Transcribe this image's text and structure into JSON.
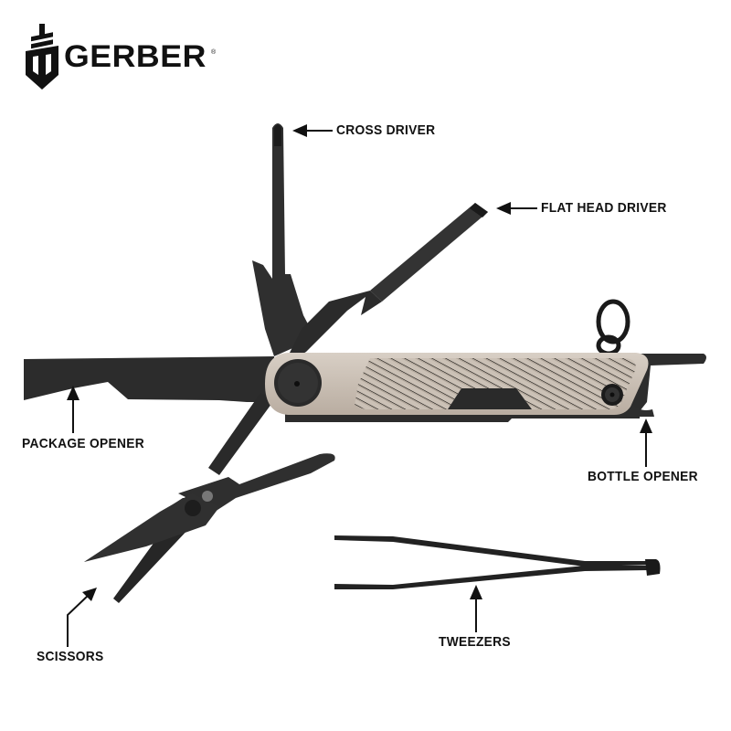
{
  "brand": {
    "name": "GERBER",
    "registered_mark": "®"
  },
  "product": {
    "type": "multi-tool",
    "handle_color": "#c9bfb4",
    "tool_color": "#2e2e2e",
    "ink_color": "#111111"
  },
  "callouts": [
    {
      "id": "cross-driver",
      "label": "CROSS DRIVER",
      "arrow_direction": "left"
    },
    {
      "id": "flat-head-driver",
      "label": "FLAT HEAD DRIVER",
      "arrow_direction": "left"
    },
    {
      "id": "package-opener",
      "label": "PACKAGE OPENER",
      "arrow_direction": "up"
    },
    {
      "id": "bottle-opener",
      "label": "BOTTLE OPENER",
      "arrow_direction": "up"
    },
    {
      "id": "scissors",
      "label": "SCISSORS",
      "arrow_direction": "up-right"
    },
    {
      "id": "tweezers",
      "label": "TWEEZERS",
      "arrow_direction": "up"
    }
  ]
}
